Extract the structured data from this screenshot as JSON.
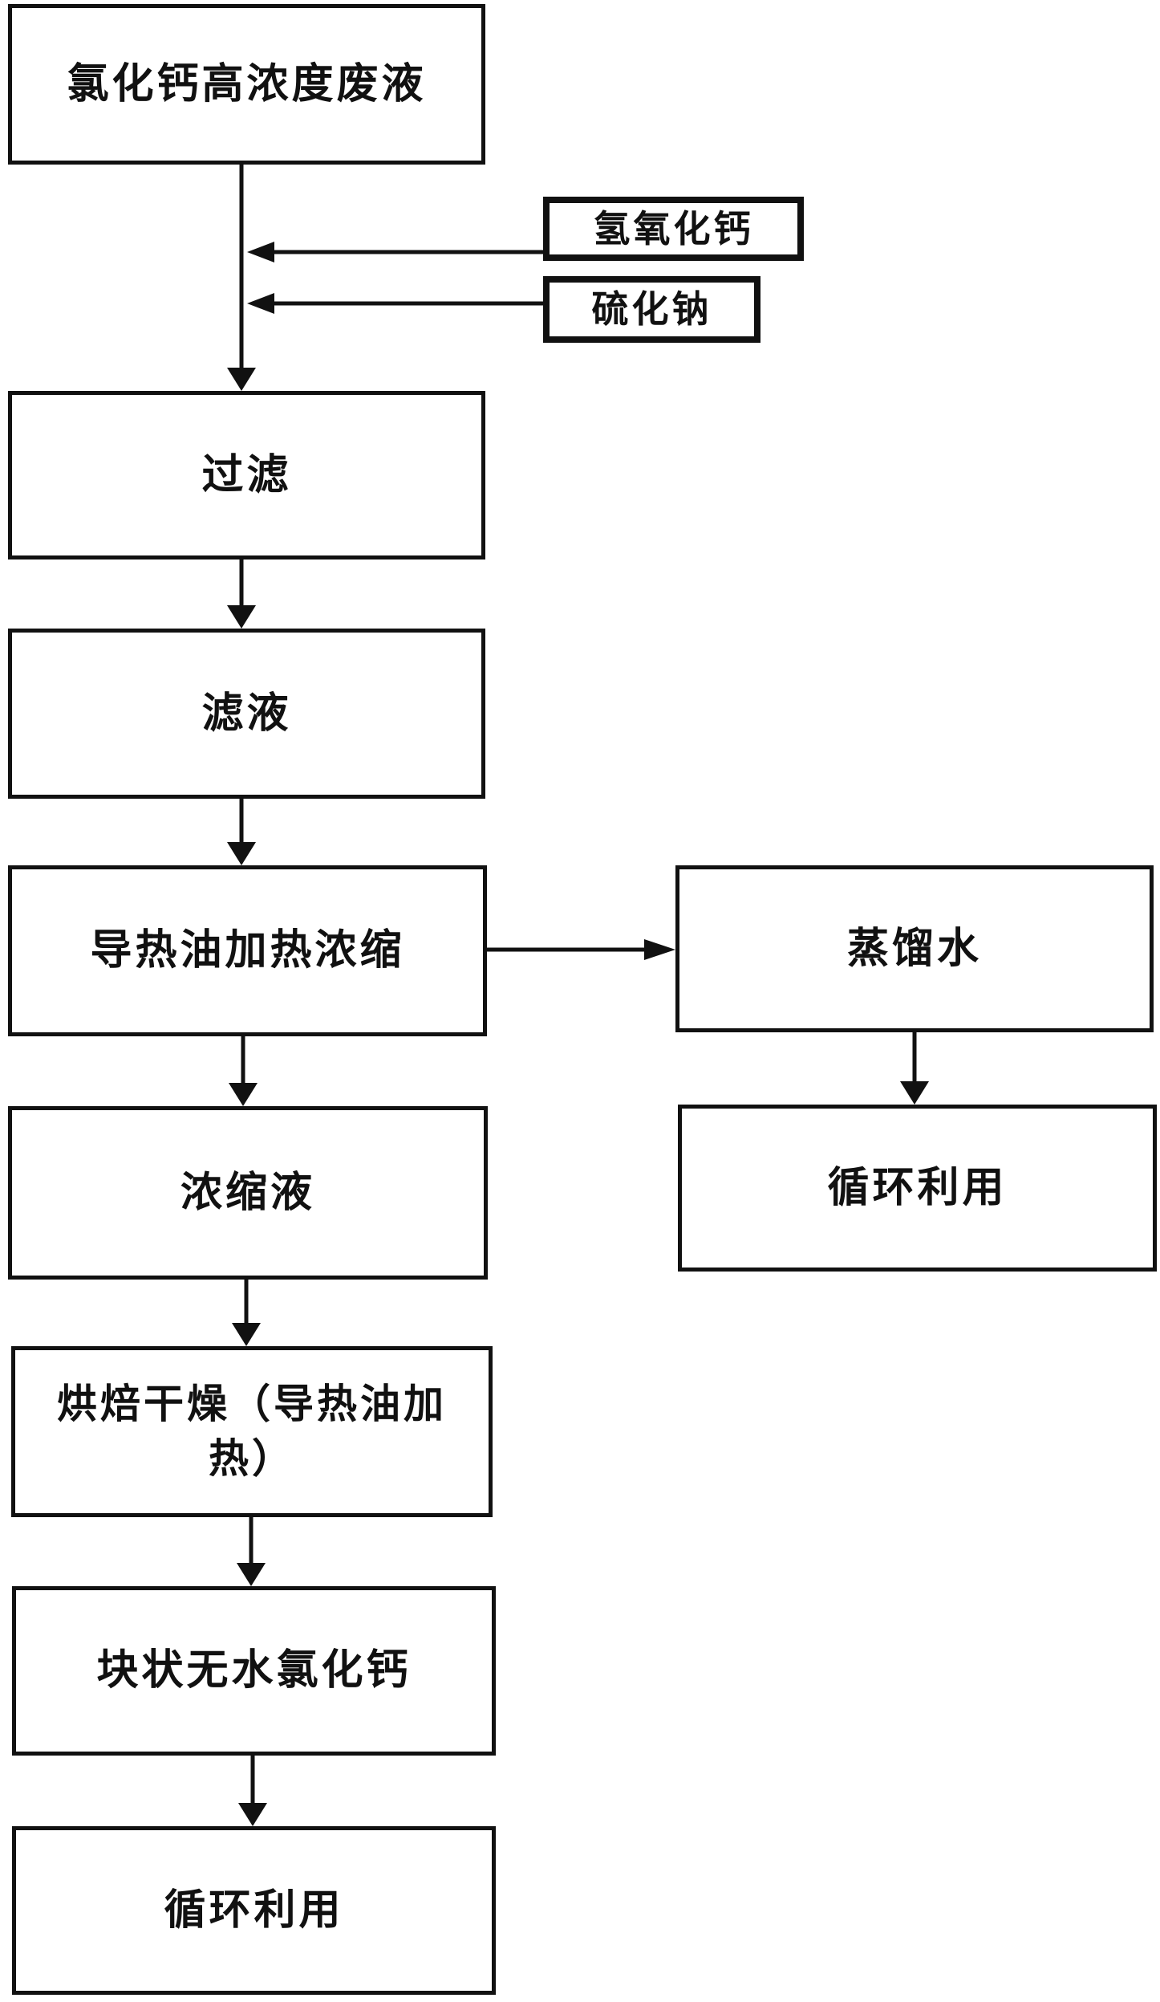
{
  "flowchart": {
    "steps": {
      "step1": "氯化钙高浓度废液",
      "step2": "过滤",
      "step3": "滤液",
      "step4": "导热油加热浓缩",
      "step5": "浓缩液",
      "step6": "烘焙干燥（导热油加热）",
      "step7": "块状无水氯化钙",
      "step8": "循环利用"
    },
    "side_branch": {
      "condensate": "蒸馏水",
      "recycle": "循环利用"
    },
    "inputs": {
      "input1": "氢氧化钙",
      "input2": "硫化钠"
    }
  }
}
